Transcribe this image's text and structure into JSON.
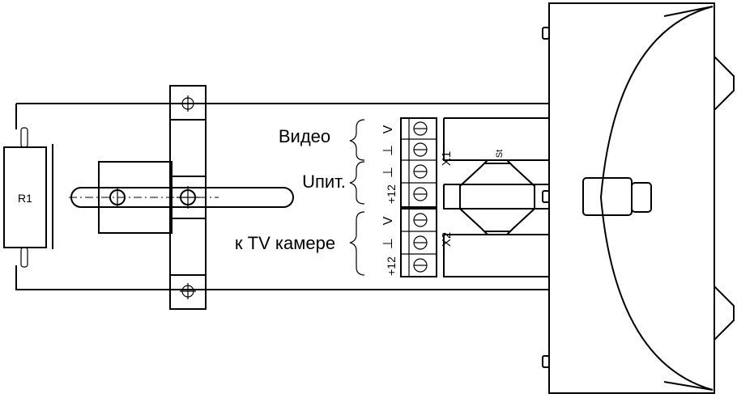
{
  "diagram": {
    "resistor_label": "R1",
    "connector_1_label": "X1",
    "connector_2_label": "X2",
    "sensor_label": "St",
    "label_video": "Видео",
    "label_power": "Uпит.",
    "label_camera": "к TV камере",
    "pin_labels": {
      "x1_pin1": "V",
      "x1_pin2": "⊥",
      "x1_pin3": "⊥",
      "x1_pin4": "+12",
      "x2_pin1": "V",
      "x2_pin2": "⊥",
      "x2_pin3": "+12"
    }
  }
}
